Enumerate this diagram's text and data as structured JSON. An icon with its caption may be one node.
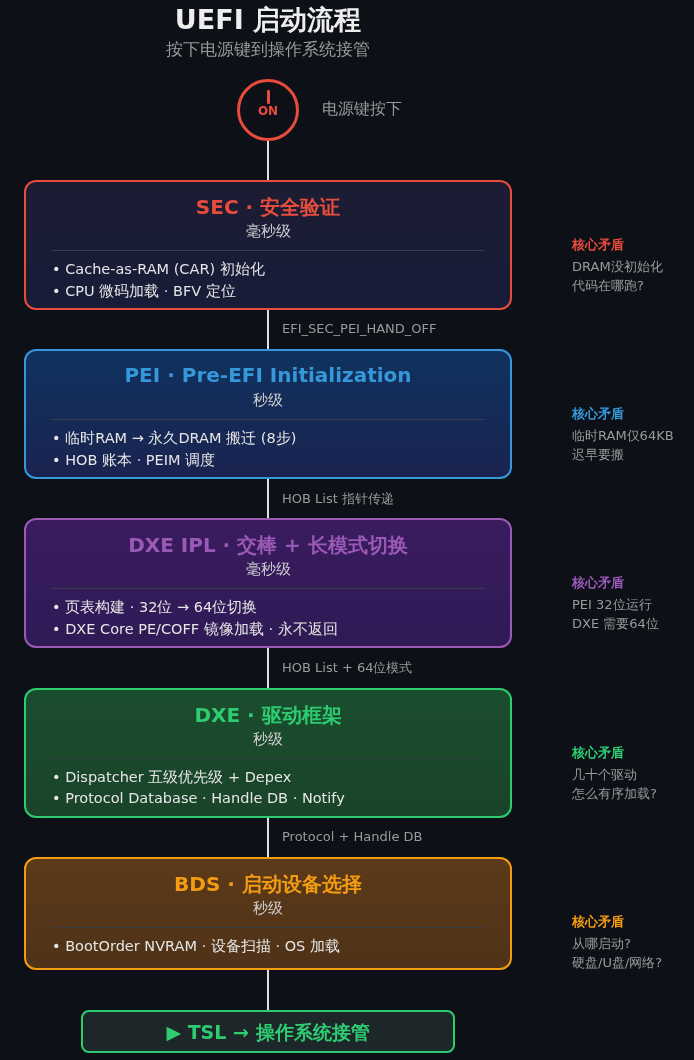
{
  "diagram": {
    "title": "UEFI 启动流程",
    "nodes": [
      {
        "text": [
          "ON"
        ],
        "beside": [
          "电源键按下"
        ]
      },
      {
        "text": [
          "SEC · 安全验证",
          "毫秒级",
          "• Cache-as-RAM (CAR) 初始化",
          "• CPU 微码加载 · BFV 定位"
        ],
        "beside": [
          "核心矛盾",
          "DRAM没初始化",
          "代码在哪跑?"
        ]
      },
      {
        "text": [
          "PEI · Pre-EFI Initialization",
          "秒级",
          "• 临时RAM → 永久DRAM 搬迁 (8步)",
          "• HOB 账本 · PEIM 调度"
        ],
        "beside": [
          "核心矛盾",
          "临时RAM仅64KB",
          "迟早要搬"
        ]
      },
      {
        "text": [
          "DXE IPL · 交棒 + 长模式切换",
          "毫秒级",
          "• 页表构建 · 32位 → 64位切换",
          "• DXE Core PE/COFF 镜像加载 · 永不返回"
        ],
        "beside": [
          "核心矛盾",
          "PEI 32位运行",
          "DXE 需要64位"
        ]
      },
      {
        "text": [
          "DXE · 驱动框架",
          "秒级",
          "• Dispatcher 五级优先级 + Depex",
          "• Protocol Database · Handle DB · Notify"
        ],
        "beside": [
          "核心矛盾",
          "几十个驱动",
          "怎么有序加载?"
        ]
      },
      {
        "text": [
          "BDS · 启动设备选择",
          "秒级",
          "• BootOrder NVRAM · 设备扫描 · OS 加载"
        ],
        "beside": [
          "核心矛盾",
          "从哪启动?",
          "硬盘/U盘/网络?"
        ]
      },
      {
        "text": [
          "▶ TSL → 操作系统接管"
        ]
      }
    ],
    "edges": [
      {
        "from": 0,
        "to": 1,
        "arrow": "none"
      },
      {
        "from": 1,
        "to": 2,
        "arrow": "none",
        "label": "EFI_SEC_PEI_HAND_OFF"
      },
      {
        "from": 2,
        "to": 3,
        "arrow": "none",
        "label": "HOB List 指针传递"
      },
      {
        "from": 3,
        "to": 4,
        "arrow": "none",
        "label": "HOB List + 64位模式"
      },
      {
        "from": 4,
        "to": 5,
        "arrow": "none",
        "label": "Protocol + Handle DB"
      },
      {
        "from": 5,
        "to": 6,
        "arrow": "none"
      }
    ],
    "labels": [
      "按下电源键到操作系统接管"
    ]
  }
}
